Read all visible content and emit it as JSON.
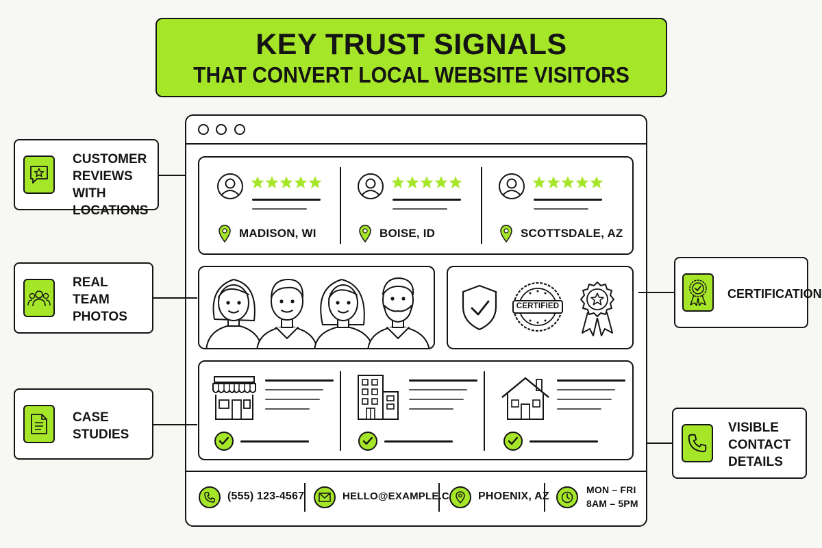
{
  "title": {
    "line1": "KEY TRUST SIGNALS",
    "line2": "THAT CONVERT LOCAL WEBSITE VISITORS"
  },
  "reviews": [
    {
      "location": "MADISON, WI",
      "stars": 5
    },
    {
      "location": "BOISE, ID",
      "stars": 5
    },
    {
      "location": "SCOTTSDALE, AZ",
      "stars": 5
    }
  ],
  "certification_badge_text": "CERTIFIED",
  "footer": {
    "phone": "(555) 123-4567",
    "email": "HELLO@EXAMPLE.COM",
    "city": "PHOENIX, AZ",
    "hours_line1": "MON – FRI",
    "hours_line2": "8AM – 5PM"
  },
  "callouts": {
    "reviews": "CUSTOMER\nREVIEWS WITH\nLOCATIONS",
    "team": "REAL\nTEAM\nPHOTOS",
    "case": "CASE\nSTUDIES",
    "certs": "CERTIFICATIONS",
    "contact": "VISIBLE\nCONTACT\nDETAILS"
  },
  "colors": {
    "accent": "#a6e629",
    "ink": "#141414",
    "background": "#f7f7f3"
  },
  "icons": [
    "speech-bubble-star-icon",
    "team-people-icon",
    "document-icon",
    "ribbon-award-icon",
    "phone-icon",
    "user-avatar-icon",
    "location-pin-icon",
    "shield-check-icon",
    "certified-seal-icon",
    "star-rosette-icon",
    "storefront-icon",
    "office-building-icon",
    "house-icon",
    "check-circle-icon",
    "envelope-icon",
    "clock-icon"
  ]
}
